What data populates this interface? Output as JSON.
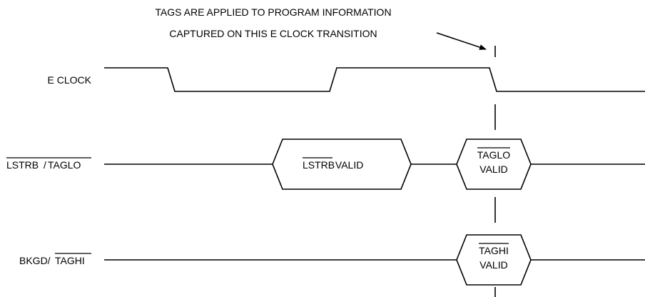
{
  "note": {
    "line1": "TAGS ARE APPLIED TO PROGRAM INFORMATION",
    "line2": "CAPTURED ON THIS E CLOCK TRANSITION"
  },
  "signals": {
    "eclock": {
      "label": "E CLOCK"
    },
    "lstrb": {
      "label_a": "LSTRB",
      "label_sep": "/",
      "label_b": "TAGLO",
      "box1": {
        "overbar": "LSTRB",
        "text": " VALID"
      },
      "box2": {
        "line1": "TAGLO",
        "line2": "VALID"
      }
    },
    "bkgd": {
      "label_a": "BKGD/",
      "label_b": "TAGHI",
      "box": {
        "line1": "TAGHI",
        "line2": "VALID"
      }
    }
  }
}
